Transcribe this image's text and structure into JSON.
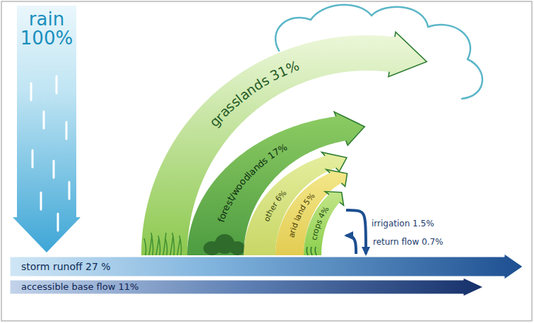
{
  "diagram": {
    "nodes": [
      {
        "text": [
          "rain 100%"
        ]
      },
      {
        "text": [
          "grasslands 31%"
        ]
      },
      {
        "text": [
          "forest/woodlands 17%"
        ]
      },
      {
        "text": [
          "other 6%"
        ]
      },
      {
        "text": [
          "arid land 5%"
        ]
      },
      {
        "text": [
          "crops 4%"
        ]
      },
      {
        "text": [
          "storm runoff 27 %"
        ]
      },
      {
        "text": [
          "accessible base flow 11%"
        ]
      }
    ],
    "edges": [
      {
        "from": 6,
        "to": 5,
        "label": "irrigation 1.5%",
        "arrow": "to"
      },
      {
        "from": 5,
        "to": 6,
        "label": "return flow 0.7%",
        "arrow": "to"
      }
    ]
  }
}
